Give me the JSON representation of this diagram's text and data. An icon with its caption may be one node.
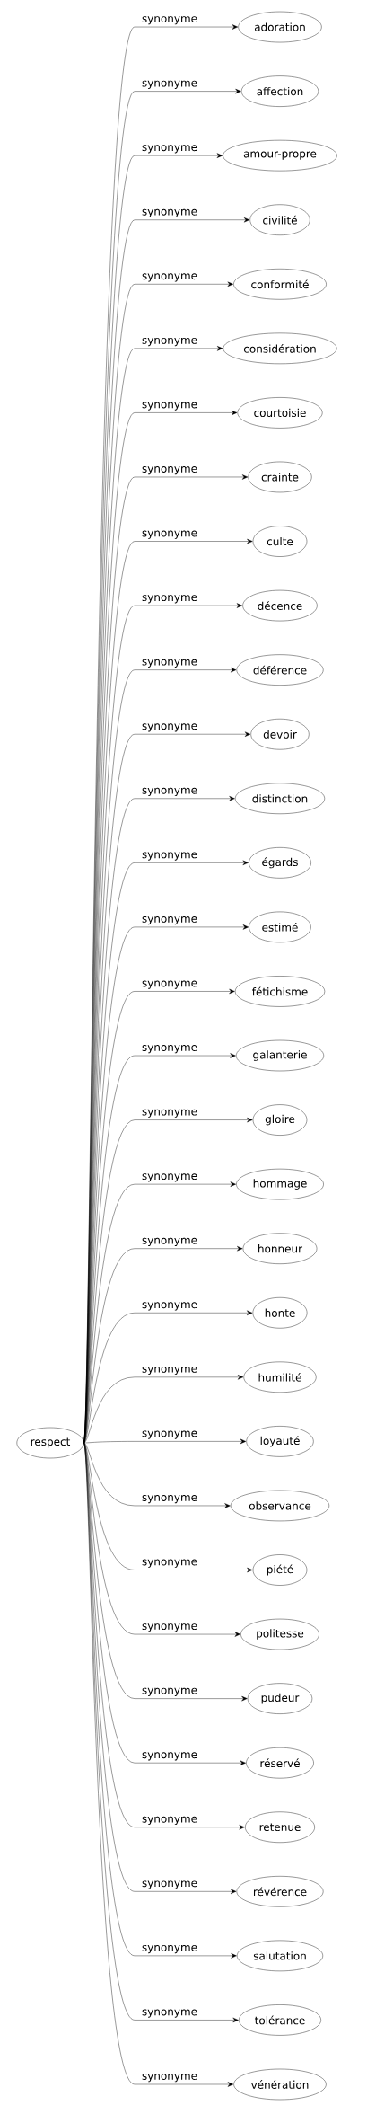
{
  "diagram": {
    "nodes": [
      {
        "text": [
          "respect"
        ]
      },
      {
        "text": [
          "adoration"
        ]
      },
      {
        "text": [
          "affection"
        ]
      },
      {
        "text": [
          "amour-propre"
        ]
      },
      {
        "text": [
          "civilité"
        ]
      },
      {
        "text": [
          "conformité"
        ]
      },
      {
        "text": [
          "considération"
        ]
      },
      {
        "text": [
          "courtoisie"
        ]
      },
      {
        "text": [
          "crainte"
        ]
      },
      {
        "text": [
          "culte"
        ]
      },
      {
        "text": [
          "décence"
        ]
      },
      {
        "text": [
          "déférence"
        ]
      },
      {
        "text": [
          "devoir"
        ]
      },
      {
        "text": [
          "distinction"
        ]
      },
      {
        "text": [
          "égards"
        ]
      },
      {
        "text": [
          "estimé"
        ]
      },
      {
        "text": [
          "fétichisme"
        ]
      },
      {
        "text": [
          "galanterie"
        ]
      },
      {
        "text": [
          "gloire"
        ]
      },
      {
        "text": [
          "hommage"
        ]
      },
      {
        "text": [
          "honneur"
        ]
      },
      {
        "text": [
          "honte"
        ]
      },
      {
        "text": [
          "humilité"
        ]
      },
      {
        "text": [
          "loyauté"
        ]
      },
      {
        "text": [
          "observance"
        ]
      },
      {
        "text": [
          "piété"
        ]
      },
      {
        "text": [
          "politesse"
        ]
      },
      {
        "text": [
          "pudeur"
        ]
      },
      {
        "text": [
          "réservé"
        ]
      },
      {
        "text": [
          "retenue"
        ]
      },
      {
        "text": [
          "révérence"
        ]
      },
      {
        "text": [
          "salutation"
        ]
      },
      {
        "text": [
          "tolérance"
        ]
      },
      {
        "text": [
          "vénération"
        ]
      }
    ],
    "edges": [
      {
        "from": 0,
        "to": 1,
        "arrow": "to",
        "label": "synonyme"
      },
      {
        "from": 0,
        "to": 2,
        "arrow": "to",
        "label": "synonyme"
      },
      {
        "from": 0,
        "to": 3,
        "arrow": "to",
        "label": "synonyme"
      },
      {
        "from": 0,
        "to": 4,
        "arrow": "to",
        "label": "synonyme"
      },
      {
        "from": 0,
        "to": 5,
        "arrow": "to",
        "label": "synonyme"
      },
      {
        "from": 0,
        "to": 6,
        "arrow": "to",
        "label": "synonyme"
      },
      {
        "from": 0,
        "to": 7,
        "arrow": "to",
        "label": "synonyme"
      },
      {
        "from": 0,
        "to": 8,
        "arrow": "to",
        "label": "synonyme"
      },
      {
        "from": 0,
        "to": 9,
        "arrow": "to",
        "label": "synonyme"
      },
      {
        "from": 0,
        "to": 10,
        "arrow": "to",
        "label": "synonyme"
      },
      {
        "from": 0,
        "to": 11,
        "arrow": "to",
        "label": "synonyme"
      },
      {
        "from": 0,
        "to": 12,
        "arrow": "to",
        "label": "synonyme"
      },
      {
        "from": 0,
        "to": 13,
        "arrow": "to",
        "label": "synonyme"
      },
      {
        "from": 0,
        "to": 14,
        "arrow": "to",
        "label": "synonyme"
      },
      {
        "from": 0,
        "to": 15,
        "arrow": "to",
        "label": "synonyme"
      },
      {
        "from": 0,
        "to": 16,
        "arrow": "to",
        "label": "synonyme"
      },
      {
        "from": 0,
        "to": 17,
        "arrow": "to",
        "label": "synonyme"
      },
      {
        "from": 0,
        "to": 18,
        "arrow": "to",
        "label": "synonyme"
      },
      {
        "from": 0,
        "to": 19,
        "arrow": "to",
        "label": "synonyme"
      },
      {
        "from": 0,
        "to": 20,
        "arrow": "to",
        "label": "synonyme"
      },
      {
        "from": 0,
        "to": 21,
        "arrow": "to",
        "label": "synonyme"
      },
      {
        "from": 0,
        "to": 22,
        "arrow": "to",
        "label": "synonyme"
      },
      {
        "from": 0,
        "to": 23,
        "arrow": "to",
        "label": "synonyme"
      },
      {
        "from": 0,
        "to": 24,
        "arrow": "to",
        "label": "synonyme"
      },
      {
        "from": 0,
        "to": 25,
        "arrow": "to",
        "label": "synonyme"
      },
      {
        "from": 0,
        "to": 26,
        "arrow": "to",
        "label": "synonyme"
      },
      {
        "from": 0,
        "to": 27,
        "arrow": "to",
        "label": "synonyme"
      },
      {
        "from": 0,
        "to": 28,
        "arrow": "to",
        "label": "synonyme"
      },
      {
        "from": 0,
        "to": 29,
        "arrow": "to",
        "label": "synonyme"
      },
      {
        "from": 0,
        "to": 30,
        "arrow": "to",
        "label": "synonyme"
      },
      {
        "from": 0,
        "to": 31,
        "arrow": "to",
        "label": "synonyme"
      },
      {
        "from": 0,
        "to": 32,
        "arrow": "to",
        "label": "synonyme"
      },
      {
        "from": 0,
        "to": 33,
        "arrow": "to",
        "label": "synonyme"
      }
    ]
  }
}
